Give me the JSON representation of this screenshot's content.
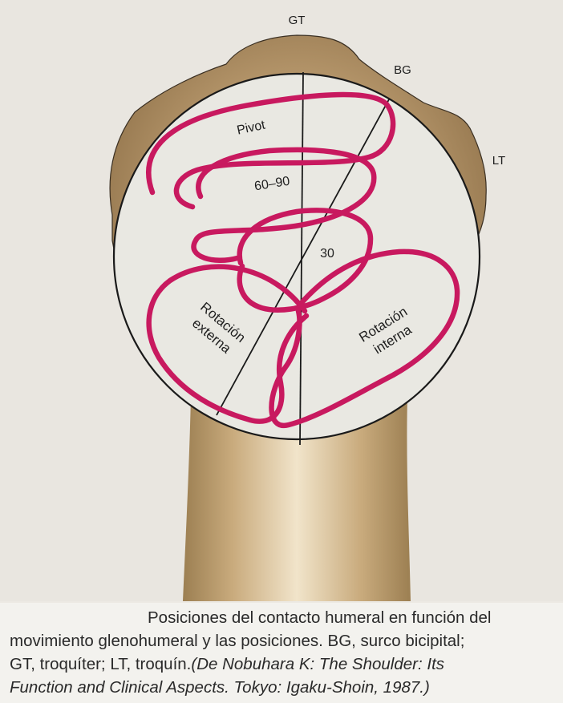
{
  "labels": {
    "gt": "GT",
    "bg": "BG",
    "lt": "LT",
    "pivot": "Pivot",
    "range_60_90": "60–90",
    "value_30": "30",
    "rot_ext_1": "Rotación",
    "rot_ext_2": "externa",
    "rot_int_1": "Rotación",
    "rot_int_2": "interna"
  },
  "caption": {
    "line1": "Posiciones del contacto humeral en función del",
    "line2": "movimiento glenohumeral y las posiciones. BG, surco bicipital;",
    "line3_plain": "GT, troquíter; LT, troquín.",
    "line3_italic": "(De Nobuhara K: The Shoulder: Its",
    "line4_italic": "Function and Clinical Aspects. Tokyo: Igaku-Shoin, 1987.)"
  },
  "colors": {
    "bone": "#a78b5f",
    "bone_light": "#efe1c6",
    "head_fill": "#e9e8e2",
    "contact_loops": "#c8195f",
    "outline": "#1a1a1a",
    "caption_text": "#2a2a2a"
  }
}
